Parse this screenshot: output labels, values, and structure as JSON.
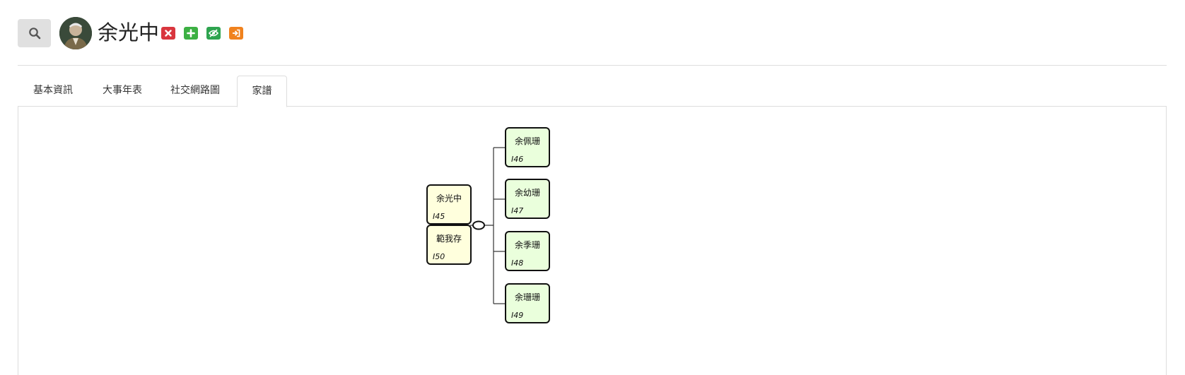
{
  "person": {
    "name": "余光中"
  },
  "header_actions": [
    {
      "name": "delete",
      "icon": "x-icon",
      "color": "#d9363e"
    },
    {
      "name": "add",
      "icon": "plus-icon",
      "color": "#3cb043"
    },
    {
      "name": "hide",
      "icon": "eye-slash-icon",
      "color": "#2ea44f"
    },
    {
      "name": "login",
      "icon": "sign-in-icon",
      "color": "#f0821e"
    }
  ],
  "tabs": [
    {
      "label": "基本資訊",
      "active": false
    },
    {
      "label": "大事年表",
      "active": false
    },
    {
      "label": "社交網路圖",
      "active": false
    },
    {
      "label": "家譜",
      "active": true
    }
  ],
  "family_tree": {
    "parents": [
      {
        "name": "余光中",
        "id": "I45"
      },
      {
        "name": "範我存",
        "id": "I50"
      }
    ],
    "children": [
      {
        "name": "余佩珊",
        "id": "I46"
      },
      {
        "name": "余幼珊",
        "id": "I47"
      },
      {
        "name": "余季珊",
        "id": "I48"
      },
      {
        "name": "余珊珊",
        "id": "I49"
      }
    ]
  },
  "colors": {
    "parent_fill": "#ffffdd",
    "child_fill": "#eaffdc",
    "search_bg": "#e0e0e0"
  }
}
